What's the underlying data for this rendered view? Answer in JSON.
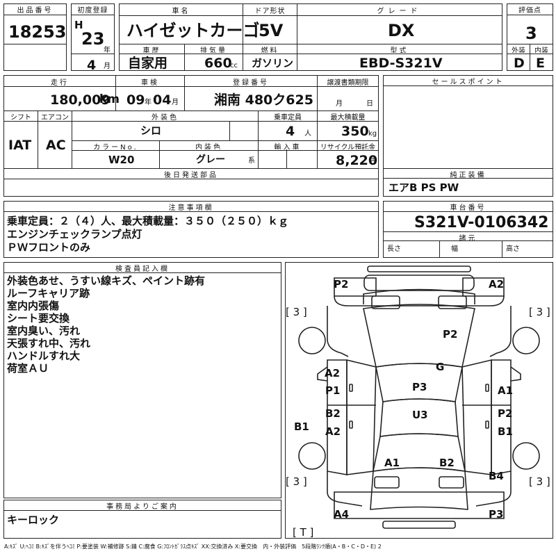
{
  "header": {
    "lot_no_label": "出品番号",
    "lot_no": "18253",
    "first_reg_label": "初度登録",
    "era": "H",
    "year": "23",
    "year_unit": "年",
    "month": "4",
    "month_unit": "月",
    "car_name_label": "車名",
    "car_name": "ハイゼットカーゴ",
    "door_label": "ドア形状",
    "door": "5V",
    "grade_label": "グレード",
    "grade": "DX",
    "score_label": "評価点",
    "score": "3",
    "history_label": "車歴",
    "history": "自家用",
    "displacement_label": "排気量",
    "displacement": "660",
    "displacement_unit": "cc",
    "fuel_label": "燃料",
    "fuel": "ガソリン",
    "model_label": "型式",
    "model": "EBD-S321V",
    "ext_grade_label": "外装",
    "ext_grade": "D",
    "int_grade_label": "内装",
    "int_grade": "E"
  },
  "specs": {
    "mileage_label": "走行",
    "mileage": "180,009",
    "mileage_unit": "km",
    "inspection_label": "車検",
    "insp_year": "09",
    "insp_year_unit": "年",
    "insp_month": "04",
    "insp_month_unit": "月",
    "plate_label": "登録番号",
    "plate": "湘南 480ク625",
    "transfer_label": "譲渡書類期限",
    "transfer_month": "月",
    "transfer_day": "日",
    "shift_label": "シフト",
    "shift": "IAT",
    "ac_label": "エアコン",
    "ac": "AC",
    "exterior_color_label": "外装色",
    "exterior_color": "シロ",
    "capacity_label": "乗車定員",
    "capacity": "4",
    "capacity_unit": "人",
    "max_load_label": "最大積載量",
    "max_load": "350",
    "max_load_unit": "kg",
    "color_no_label": "カラーNo.",
    "color_no": "W20",
    "interior_color_label": "内装色",
    "interior_color": "グレー",
    "interior_color_suffix": "系",
    "import_label": "輸入車",
    "recycle_label": "リサイクル預託金",
    "recycle": "8,220",
    "recycle_unit": "円",
    "later_parts_label": "後日発送部品"
  },
  "sales_point_label": "セールスポイント",
  "equipment": {
    "label": "純正装備",
    "value": "エアB PS PW"
  },
  "cautions": {
    "label": "注意事項欄",
    "lines": [
      "乗車定員：２（４）人、最大積載量：３５０（２５０）ｋｇ",
      "エンジンチェックランプ点灯",
      "ＰＷフロントのみ"
    ]
  },
  "chassis": {
    "label": "車台番号",
    "value": "S321V-0106342",
    "dims_label": "諸元",
    "length_label": "長さ",
    "width_label": "幅",
    "height_label": "高さ"
  },
  "inspector": {
    "label": "検査員記入欄",
    "lines": [
      "外装色あせ、うすい線キズ、ペイント跡有",
      "ルーフキャリア跡",
      "室内内張傷",
      "シート要交換",
      "室内臭い、汚れ",
      "天張すれ中、汚れ",
      "ハンドルすれ大",
      "荷室ＡＵ"
    ]
  },
  "office": {
    "label": "事務局よりご案内",
    "value": "キーロック"
  },
  "diagram": {
    "marks": [
      "P2",
      "A2",
      "[ 3 ]",
      "[ 3 ]",
      "P2",
      "G",
      "A2",
      "P1",
      "P3",
      "A1",
      "B2",
      "U3",
      "P2",
      "B1",
      "A2",
      "B1",
      "A1",
      "B2",
      "[ 3 ]",
      "B4",
      "[ 3 ]",
      "A4",
      "P3",
      "[ T ]"
    ]
  },
  "footer": "A:ｷｽﾞ U:ﾍｺﾐ B:ｷｽﾞを伴うﾍｺﾐ P:要塗装 W:補修跡 S:錆 C:腐食 G:ﾌﾛﾝﾄｶﾞﾗｽ点ｷｽﾞ XX:交換済み X:要交換　内・外装評価　5段階ﾗﾝｸ順(A・B・C・D・E) 2"
}
